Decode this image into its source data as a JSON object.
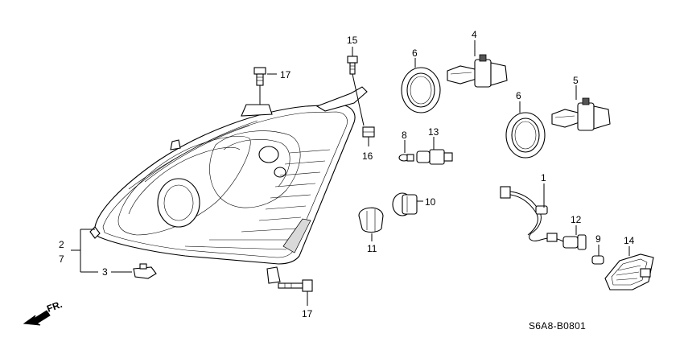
{
  "diagram": {
    "reference_code": "S6A8-B0801",
    "direction_label": "FR.",
    "callouts": {
      "n1": "1",
      "n2": "2",
      "n3": "3",
      "n4": "4",
      "n5": "5",
      "n6a": "6",
      "n6b": "6",
      "n7": "7",
      "n8": "8",
      "n9": "9",
      "n10": "10",
      "n11": "11",
      "n12": "12",
      "n13": "13",
      "n14": "14",
      "n15": "15",
      "n16": "16",
      "n17a": "17",
      "n17b": "17"
    }
  }
}
